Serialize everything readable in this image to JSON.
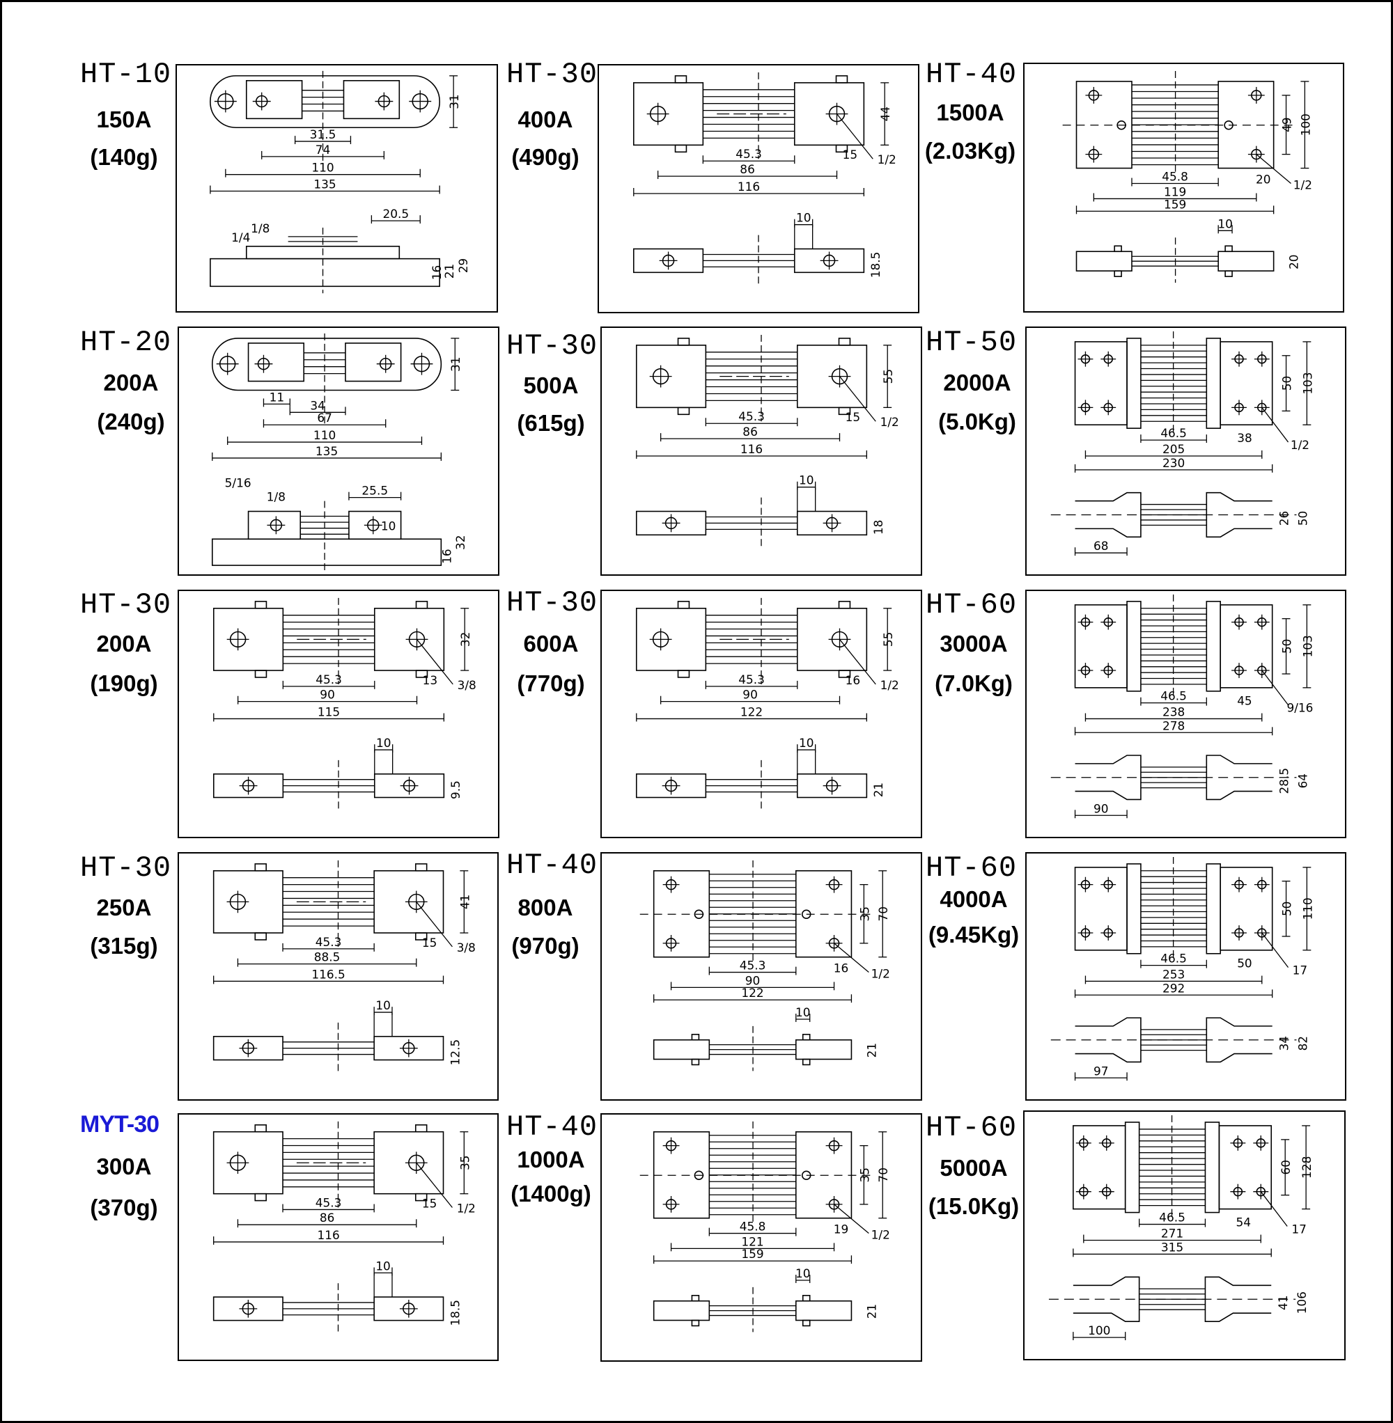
{
  "cards": [
    {
      "model": "HT-10",
      "rating": "150A",
      "mass": "(140g)",
      "style": "ht10",
      "top": {
        "dims": [
          "31.5",
          "74",
          "110",
          "135"
        ],
        "height": "31"
      },
      "side": {
        "labels": [
          "1/8",
          "1/4"
        ],
        "gap": "20.5",
        "heights": [
          "16",
          "21",
          "29"
        ]
      }
    },
    {
      "model": "HT-20",
      "rating": "200A",
      "mass": "(240g)",
      "style": "ht20",
      "top": {
        "dims": [
          "11",
          "34",
          "67",
          "110",
          "135"
        ],
        "height": "31"
      },
      "side": {
        "labels": [
          "5/16",
          "1/8"
        ],
        "gap": "25.5",
        "inner": "10",
        "heights": [
          "16",
          "32"
        ]
      }
    },
    {
      "model": "HT-30",
      "rating": "200A",
      "mass": "(190g)",
      "style": "std",
      "top": {
        "dims": [
          "45.3",
          "90",
          "115"
        ],
        "edge": "13",
        "thread": "3/8",
        "height": "32"
      },
      "side": {
        "gap": "10",
        "thick": "9.5"
      }
    },
    {
      "model": "HT-30",
      "rating": "250A",
      "mass": "(315g)",
      "style": "std",
      "top": {
        "dims": [
          "45.3",
          "88.5",
          "116.5"
        ],
        "edge": "15",
        "thread": "3/8",
        "height": "41"
      },
      "side": {
        "gap": "10",
        "thick": "12.5"
      }
    },
    {
      "model": "MYT-30",
      "rating": "300A",
      "mass": "(370g)",
      "style": "std",
      "highlight": true,
      "top": {
        "dims": [
          "45.3",
          "86",
          "116"
        ],
        "edge": "15",
        "thread": "1/2",
        "height": "35"
      },
      "side": {
        "gap": "10",
        "thick": "18.5"
      }
    },
    {
      "model": "HT-30",
      "rating": "400A",
      "mass": "(490g)",
      "style": "std",
      "top": {
        "dims": [
          "45.3",
          "86",
          "116"
        ],
        "edge": "15",
        "thread": "1/2",
        "height": "44"
      },
      "side": {
        "gap": "10",
        "thick": "18.5"
      }
    },
    {
      "model": "HT-30",
      "rating": "500A",
      "mass": "(615g)",
      "style": "std",
      "top": {
        "dims": [
          "45.3",
          "86",
          "116"
        ],
        "edge": "15",
        "thread": "1/2",
        "height": "55"
      },
      "side": {
        "gap": "10",
        "thick": "18"
      }
    },
    {
      "model": "HT-30",
      "rating": "600A",
      "mass": "(770g)",
      "style": "std",
      "top": {
        "dims": [
          "45.3",
          "90",
          "122"
        ],
        "edge": "16",
        "thread": "1/2",
        "height": "55"
      },
      "side": {
        "gap": "10",
        "thick": "21"
      }
    },
    {
      "model": "HT-40",
      "rating": "800A",
      "mass": "(970g)",
      "style": "four",
      "top": {
        "dims": [
          "45.3",
          "90",
          "122"
        ],
        "edge": "16",
        "thread": "1/2",
        "heights": [
          "35",
          "70"
        ]
      },
      "side": {
        "gap": "10",
        "thick": "21"
      }
    },
    {
      "model": "HT-40",
      "rating": "1000A",
      "mass": "(1400g)",
      "style": "four",
      "top": {
        "dims": [
          "45.8",
          "121",
          "159"
        ],
        "edge": "19",
        "thread": "1/2",
        "heights": [
          "35",
          "70"
        ]
      },
      "side": {
        "gap": "10",
        "thick": "21"
      }
    },
    {
      "model": "HT-40",
      "rating": "1500A",
      "mass": "(2.03Kg)",
      "style": "four",
      "top": {
        "dims": [
          "45.8",
          "119",
          "159"
        ],
        "edge": "20",
        "thread": "1/2",
        "heights": [
          "49",
          "100"
        ]
      },
      "side": {
        "gap": "10",
        "thick": "20"
      }
    },
    {
      "model": "HT-50",
      "rating": "2000A",
      "mass": "(5.0Kg)",
      "style": "big",
      "top": {
        "dims": [
          "46.5",
          "205",
          "230"
        ],
        "edge": "38",
        "thread": "1/2",
        "heights": [
          "50",
          "103"
        ]
      },
      "side": {
        "len": "68",
        "heights": [
          "26",
          "50"
        ]
      }
    },
    {
      "model": "HT-60",
      "rating": "3000A",
      "mass": "(7.0Kg)",
      "style": "big",
      "top": {
        "dims": [
          "46.5",
          "238",
          "278"
        ],
        "edge": "45",
        "thread": "9/16",
        "heights": [
          "50",
          "103"
        ]
      },
      "side": {
        "len": "90",
        "heights": [
          "28.5",
          "64"
        ]
      }
    },
    {
      "model": "HT-60",
      "rating": "4000A",
      "mass": "(9.45Kg)",
      "style": "big",
      "top": {
        "dims": [
          "46.5",
          "253",
          "292"
        ],
        "edge": "50",
        "thread": "17",
        "heights": [
          "50",
          "110"
        ]
      },
      "side": {
        "len": "97",
        "heights": [
          "34",
          "82"
        ]
      }
    },
    {
      "model": "HT-60",
      "rating": "5000A",
      "mass": "(15.0Kg)",
      "style": "big",
      "top": {
        "dims": [
          "46.5",
          "271",
          "315"
        ],
        "edge": "54",
        "thread": "17",
        "heights": [
          "60",
          "128"
        ]
      },
      "side": {
        "len": "100",
        "heights": [
          "41",
          "106"
        ]
      }
    }
  ]
}
